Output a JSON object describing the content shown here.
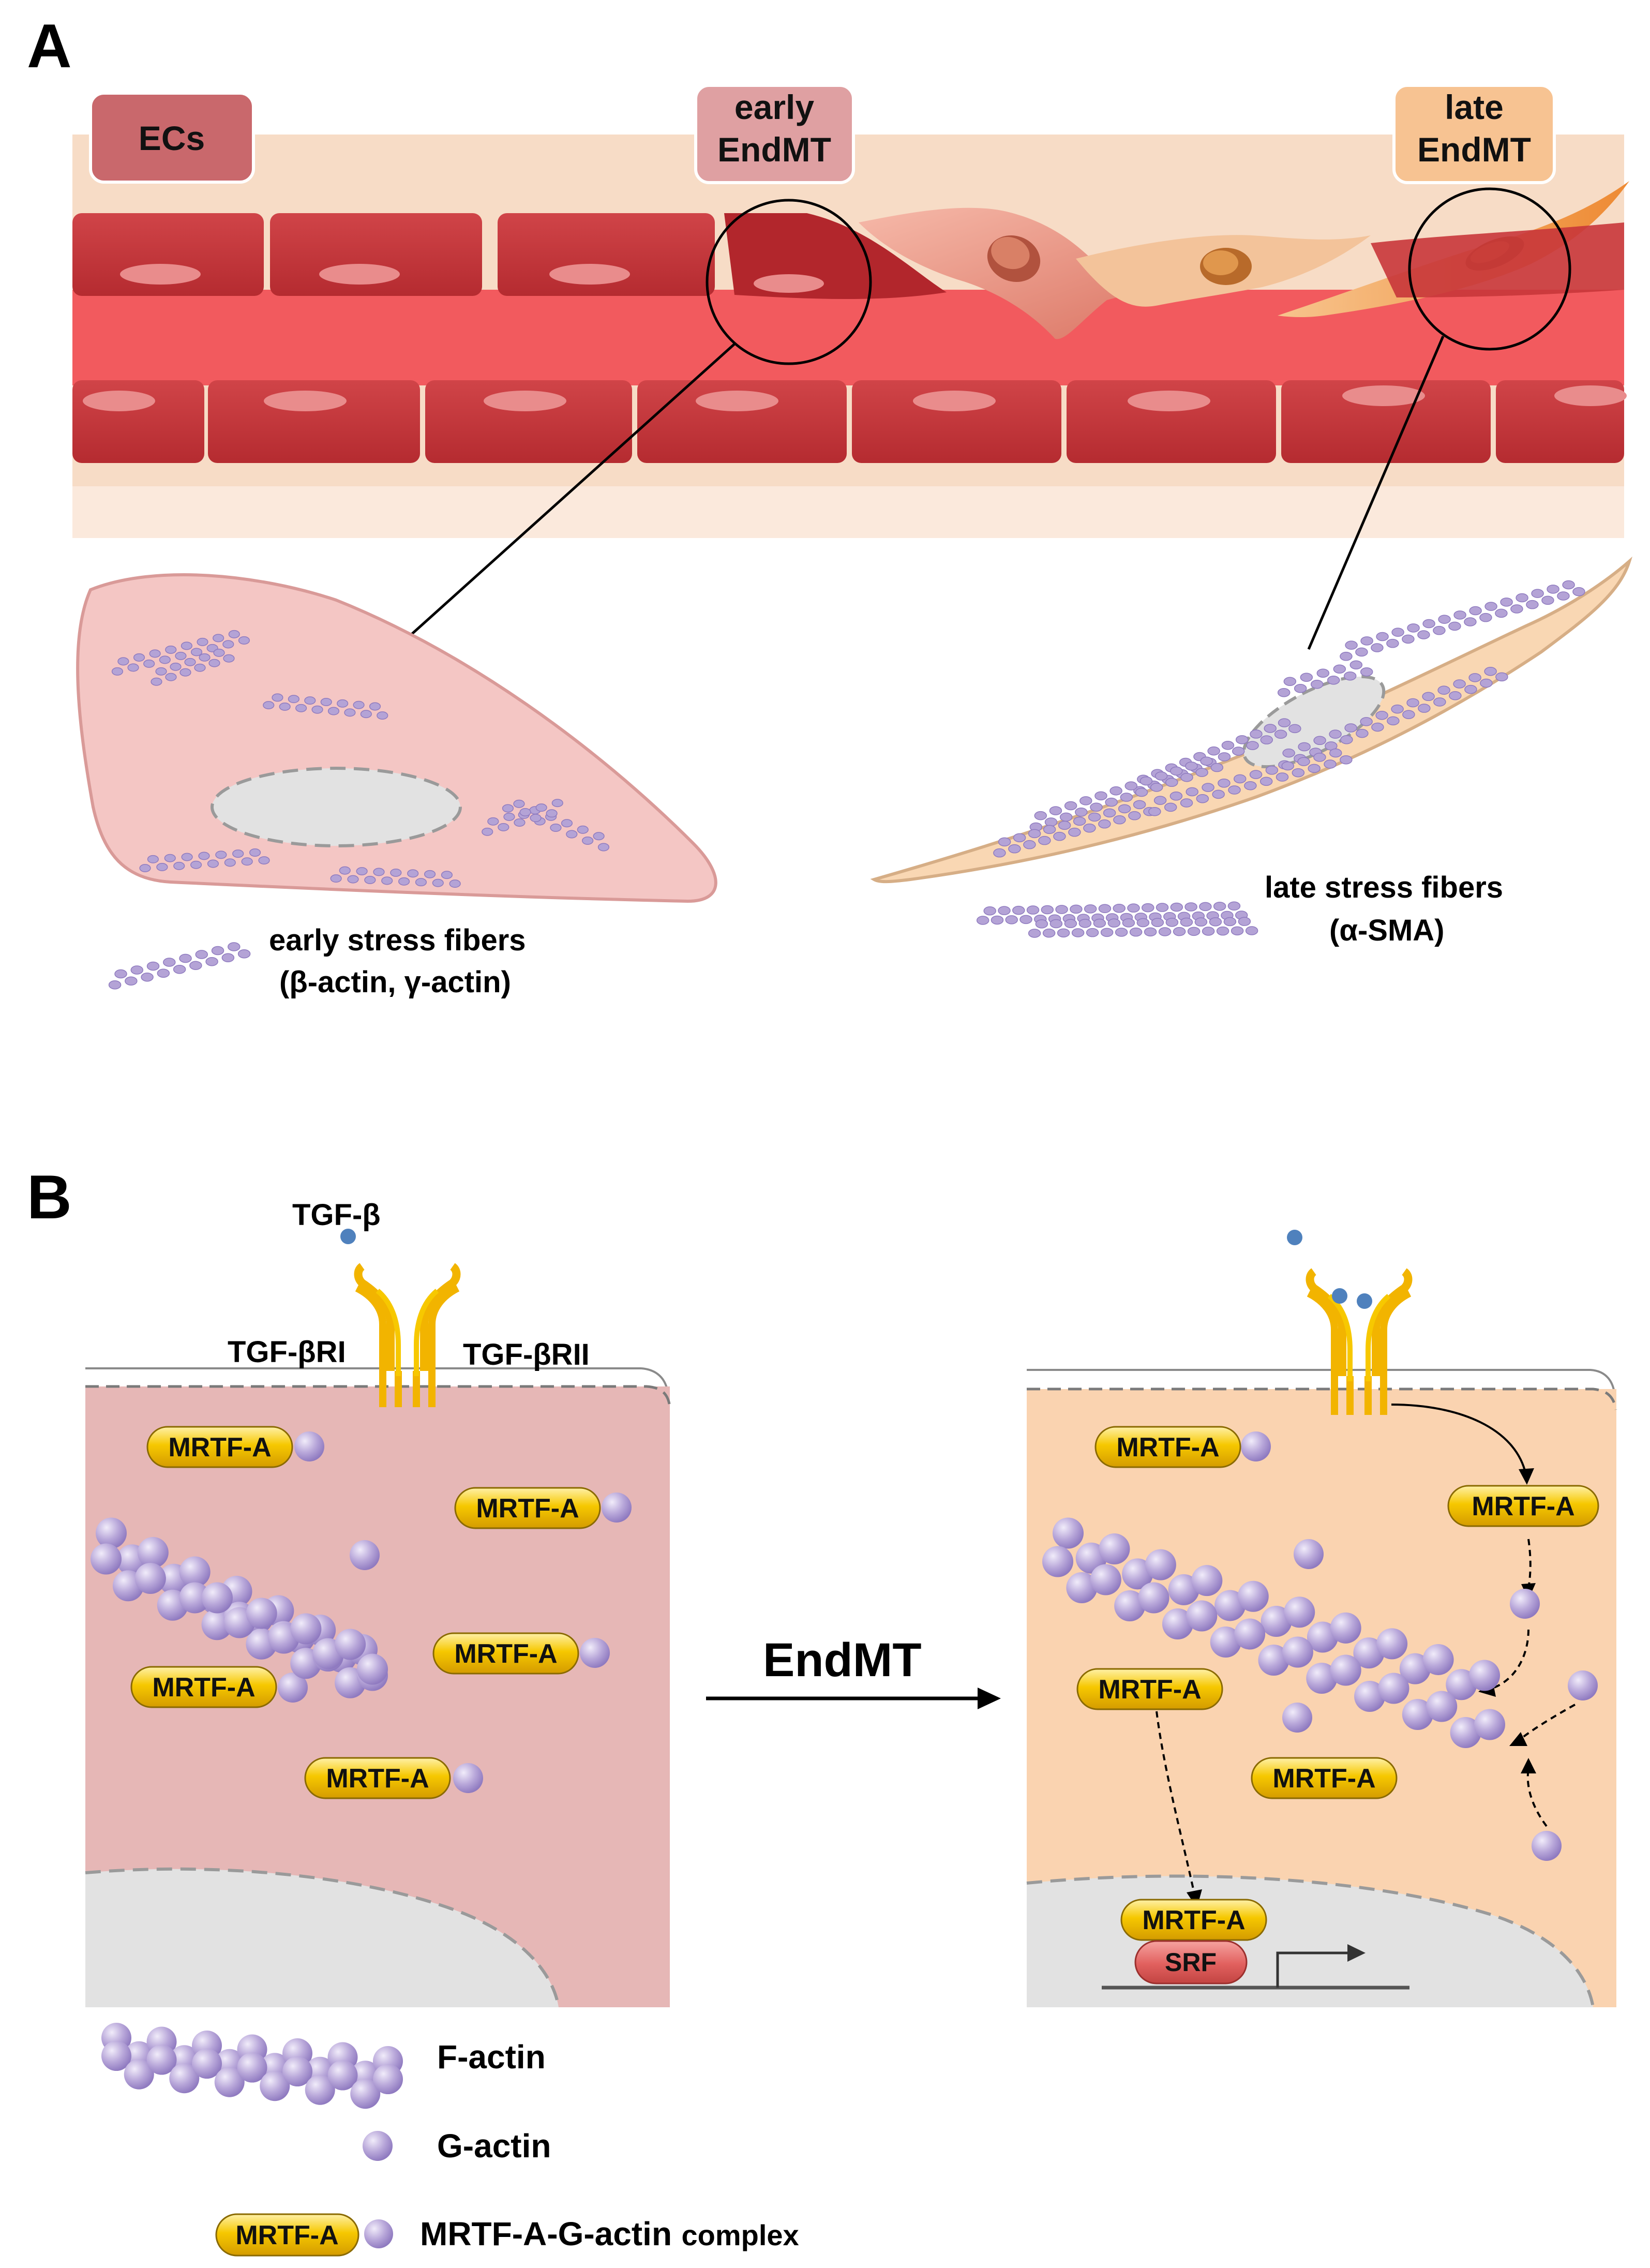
{
  "panel_a": {
    "letter": "A",
    "tags": {
      "ecs": "ECs",
      "early_line1": "early",
      "early_line2": "EndMT",
      "late_line1": "late",
      "late_line2": "EndMT"
    },
    "early_fibers_line1": "early stress fibers",
    "early_fibers_line2": "(β-actin, γ-actin)",
    "late_fibers_line1": "late stress fibers",
    "late_fibers_line2": "(α-SMA)"
  },
  "panel_b": {
    "letter": "B",
    "tgf_beta": "TGF-β",
    "receptor_1": "TGF-βRI",
    "receptor_2": "TGF-βRII",
    "arrow_label": "EndMT",
    "mrtf_label": "MRTF-A",
    "srf_label": "SRF"
  },
  "legend": {
    "f_actin": "F-actin",
    "g_actin": "G-actin",
    "mrtf_badge": "MRTF-A",
    "complex_main": "MRTF-A-G-actin",
    "complex_suffix": "complex"
  },
  "colors": {
    "endothelial_red": "#c8363a",
    "lumen_red": "#f25a5e",
    "vessel_bg": "#f7dcc6",
    "ec_cell_pink": "#f4c6c4",
    "mesenchymal_peach": "#f9d7b3",
    "actin_purple": "#b7a6d8",
    "receptor_gold": "#f2b400",
    "mrtf_gold": "#f3c400",
    "srf_red": "#e2605f",
    "tgf_ligand_blue": "#4f81bd",
    "panel_b_left_bg": "#e6b7b6",
    "panel_b_right_bg": "#fad3b0"
  }
}
